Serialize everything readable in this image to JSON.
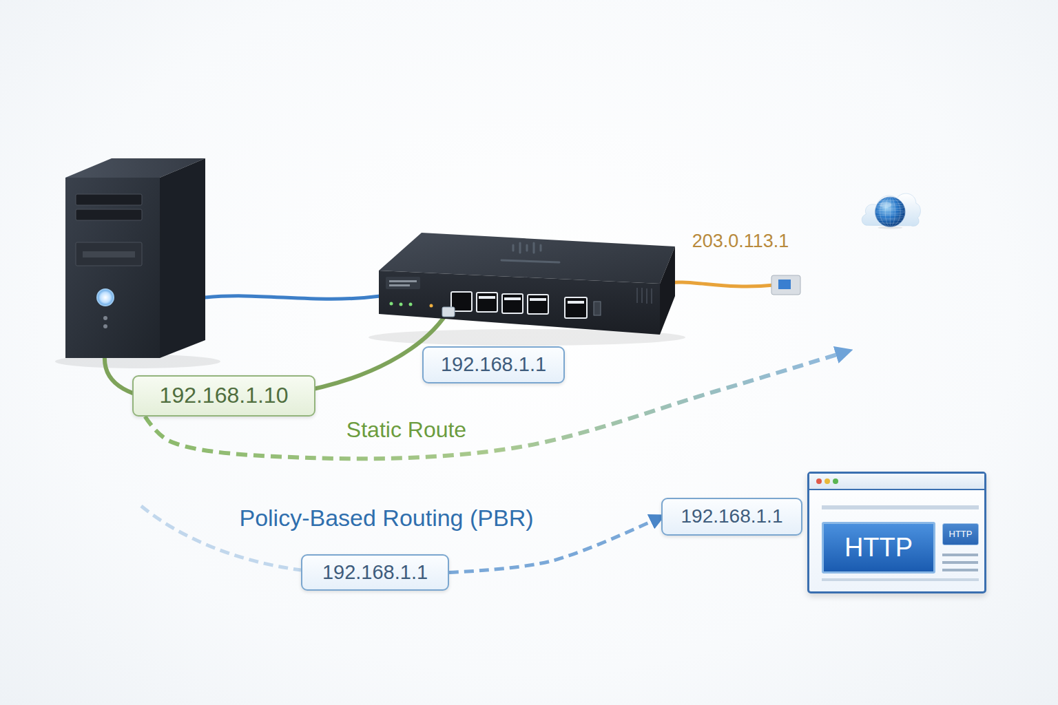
{
  "diagram": {
    "nodes": [
      {
        "text": [
          "192.168.1.10"
        ]
      },
      {
        "text": [
          "192.168.1.1"
        ]
      },
      {
        "text": [
          "203.0.113.1"
        ]
      },
      {
        "text": [
          "192.168.1.1"
        ]
      },
      {
        "text": [
          "192.168.1.1"
        ]
      },
      {
        "text": [
          "HTTP",
          "HTTP"
        ]
      }
    ],
    "edges": [
      {
        "from": 0,
        "to": 2,
        "arrow": "to",
        "label": "Static Route"
      },
      {
        "from": 3,
        "to": 4,
        "arrow": "to",
        "label": "Policy-Based Routing (PBR)"
      }
    ]
  }
}
